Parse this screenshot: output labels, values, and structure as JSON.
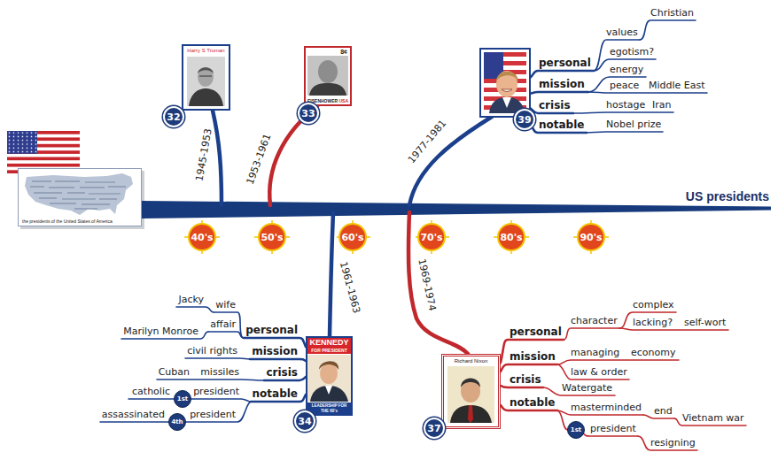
{
  "diagram": {
    "title": "US presidents",
    "nodes": [
      {
        "text": [
          "the presidents of the United States of America"
        ]
      },
      {
        "text": [
          "Harry S Truman"
        ]
      },
      {
        "text": [
          "32"
        ]
      },
      {
        "text": [
          "8¢",
          "EISENHOWER",
          "USA"
        ]
      },
      {
        "text": [
          "33"
        ]
      },
      {
        "text": [
          "39"
        ]
      },
      {
        "text": [
          "40's"
        ]
      },
      {
        "text": [
          "50's"
        ]
      },
      {
        "text": [
          "60's"
        ]
      },
      {
        "text": [
          "70's"
        ]
      },
      {
        "text": [
          "80's"
        ]
      },
      {
        "text": [
          "90's"
        ]
      },
      {
        "text": [
          "KENNEDY",
          "FOR PRESIDENT",
          "LEADERSHIP FOR THE 60's"
        ]
      },
      {
        "text": [
          "34"
        ]
      },
      {
        "text": [
          "1st"
        ]
      },
      {
        "text": [
          "4th"
        ]
      },
      {
        "text": [
          "Richard Nixon"
        ]
      },
      {
        "text": [
          "37"
        ]
      },
      {
        "text": [
          "1st"
        ]
      }
    ],
    "labels": [
      "1945-1953",
      "1953-1961",
      "1977-1981",
      "personal",
      "values",
      "Christian",
      "egotism?",
      "mission",
      "energy",
      "peace",
      "Middle East",
      "crisis",
      "hostage",
      "Iran",
      "notable",
      "Nobel prize",
      "1961-1963",
      "Jacky",
      "wife",
      "Marilyn Monroe",
      "affair",
      "personal",
      "civil rights",
      "mission",
      "Cuban",
      "missiles",
      "crisis",
      "catholic",
      "president",
      "notable",
      "assassinated",
      "president",
      "1969-1974",
      "personal",
      "character",
      "complex",
      "lacking?",
      "self-wort",
      "mission",
      "managing",
      "economy",
      "law & order",
      "crisis",
      "Watergate",
      "notable",
      "masterminded",
      "end",
      "Vietnam war",
      "president",
      "resigning"
    ]
  }
}
